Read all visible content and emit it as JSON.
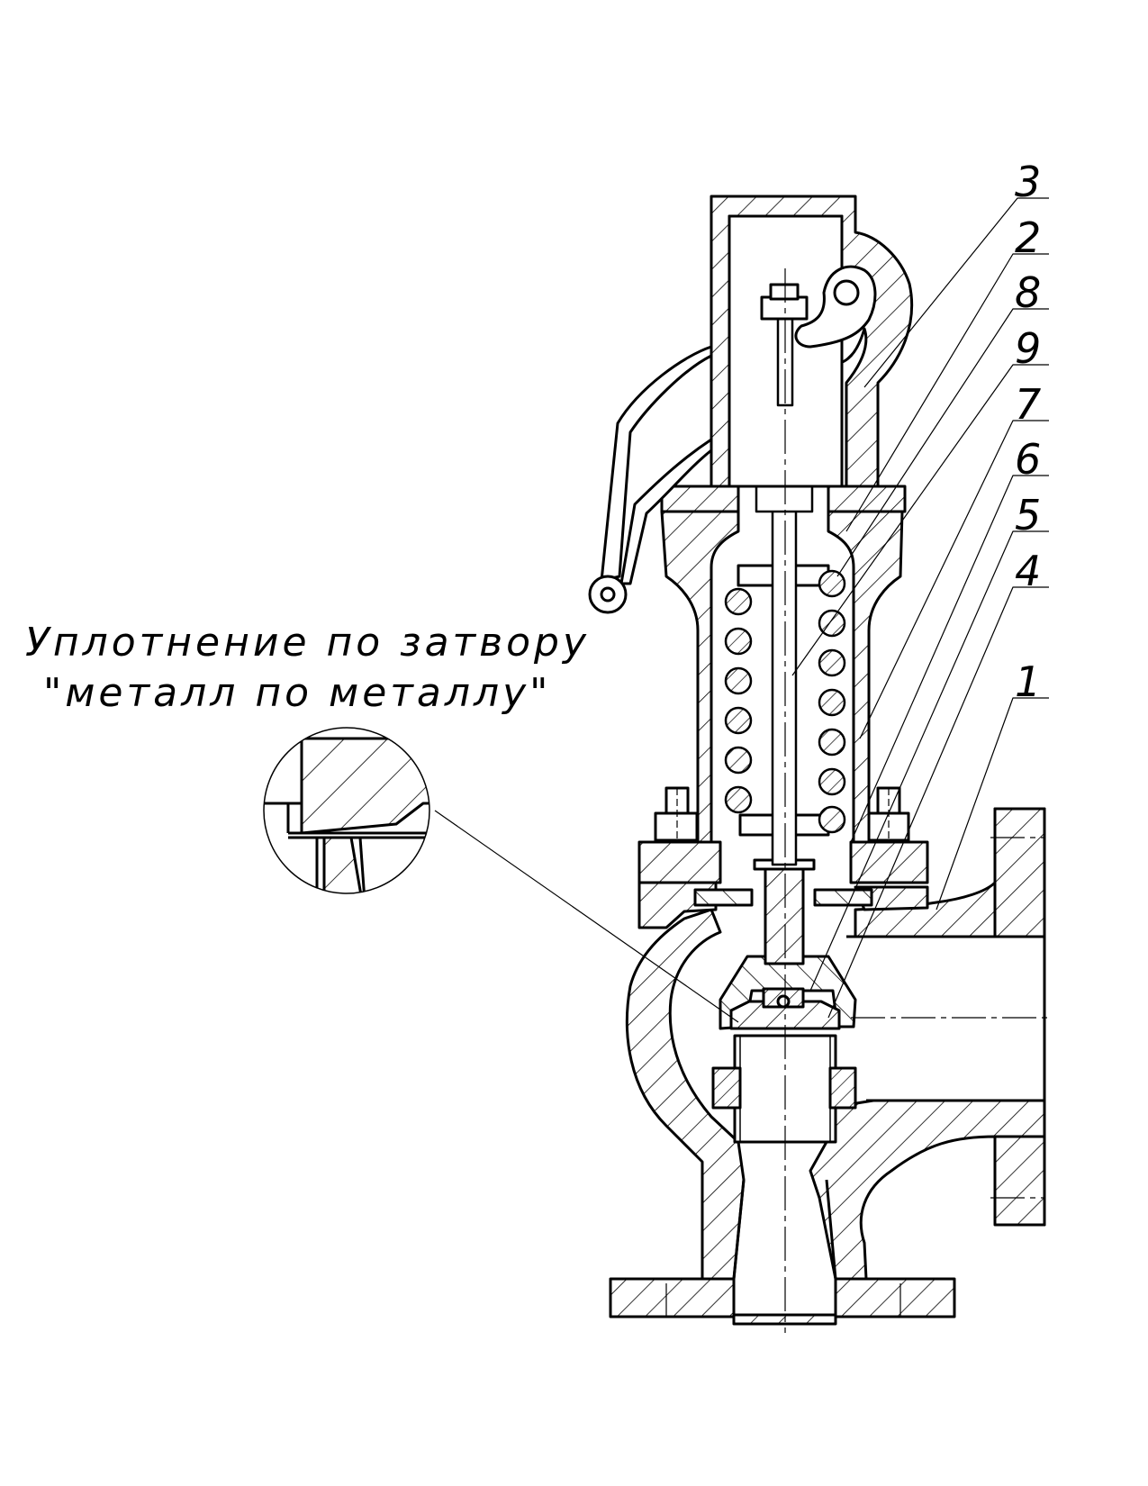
{
  "caption": {
    "line1": "Уплотнение по затвору",
    "line2": "\"металл по металлу\""
  },
  "callouts": [
    {
      "label": "3"
    },
    {
      "label": "2"
    },
    {
      "label": "8"
    },
    {
      "label": "9"
    },
    {
      "label": "7"
    },
    {
      "label": "6"
    },
    {
      "label": "5"
    },
    {
      "label": "4"
    },
    {
      "label": "1"
    }
  ]
}
